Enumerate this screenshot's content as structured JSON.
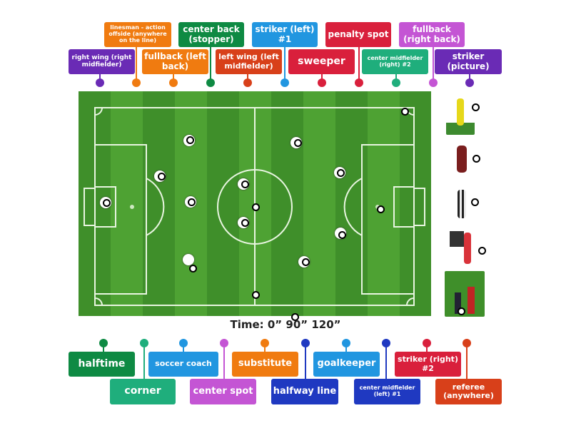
{
  "colors": {
    "purple": "#6a2bb5",
    "orange": "#f07b10",
    "green": "#0e8a43",
    "blue": "#2196e0",
    "red": "#d9203c",
    "pink": "#c455d4",
    "teal": "#1fae7c",
    "navy": "#1f39c1",
    "redorange": "#d8401a"
  },
  "top_labels": [
    {
      "text": "linesman - action offside (anywhere on the line)"
    },
    {
      "text": "center back (stopper)"
    },
    {
      "text": "striker (left) #1"
    },
    {
      "text": "penalty spot"
    },
    {
      "text": "fullback (right back)"
    },
    {
      "text": "right wing (right midfielder)"
    },
    {
      "text": "fullback (left back)"
    },
    {
      "text": "left wing (left midfielder)"
    },
    {
      "text": "sweeper"
    },
    {
      "text": "center midfielder (right) #2"
    },
    {
      "text": "striker (picture)"
    }
  ],
  "bottom_labels": [
    {
      "text": "halftime"
    },
    {
      "text": "soccer coach"
    },
    {
      "text": "substitute"
    },
    {
      "text": "goalkeeper"
    },
    {
      "text": "striker (right) #2"
    },
    {
      "text": "corner"
    },
    {
      "text": "center spot"
    },
    {
      "text": "halfway line"
    },
    {
      "text": "center midfielder (left) #1"
    },
    {
      "text": "referee (anywhere)"
    }
  ],
  "pictures": [
    "linesman-picture",
    "striker-picture",
    "referee-picture",
    "coach-picture",
    "substitute-picture"
  ],
  "time_text": "Time: 0” 90” 120”"
}
